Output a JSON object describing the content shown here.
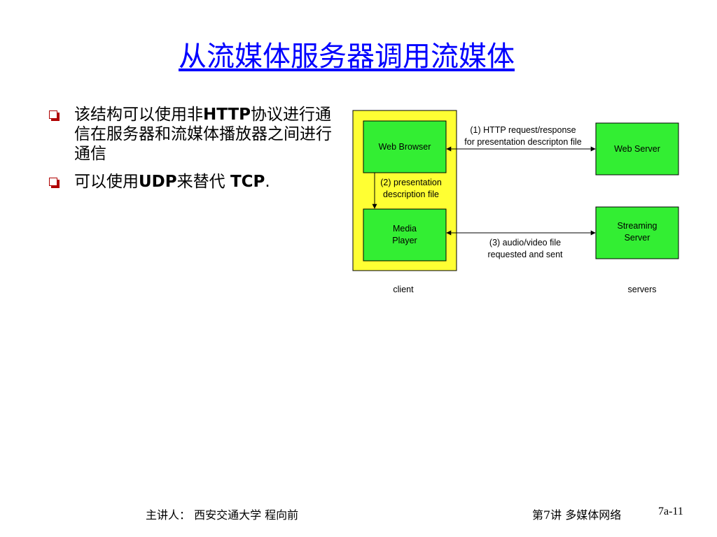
{
  "slide": {
    "title": "从流媒体服务器调用流媒体",
    "bullets": [
      {
        "pre": "该结构可以使用非",
        "bold": "HTTP",
        "post": "协议进行通信在服务器和流媒体播放器之间进行通信"
      },
      {
        "pre": "可以使用",
        "bold": "UDP",
        "post": "来替代 ",
        "bold2": "TCP",
        "tail": "."
      }
    ],
    "footer": {
      "presenter": "主讲人：  西安交通大学  程向前",
      "course": "第7讲 多媒体网络",
      "page": "7a-11"
    }
  },
  "diagram": {
    "colors": {
      "client_area": "#ffff33",
      "box_fill": "#33ee33",
      "box_stroke": "#000000"
    },
    "boxes": {
      "web_browser": "Web Browser",
      "media_player_line1": "Media",
      "media_player_line2": "Player",
      "web_server": "Web Server",
      "streaming_server_line1": "Streaming",
      "streaming_server_line2": "Server"
    },
    "notes": {
      "step1_line1": "(1) HTTP request/response",
      "step1_line2": "for presentation descripton file",
      "step2_line1": "(2)  presentation",
      "step2_line2": "description file",
      "step3_line1": "(3) audio/video file",
      "step3_line2": "requested and sent"
    },
    "labels": {
      "client": "client",
      "servers": "servers"
    }
  }
}
